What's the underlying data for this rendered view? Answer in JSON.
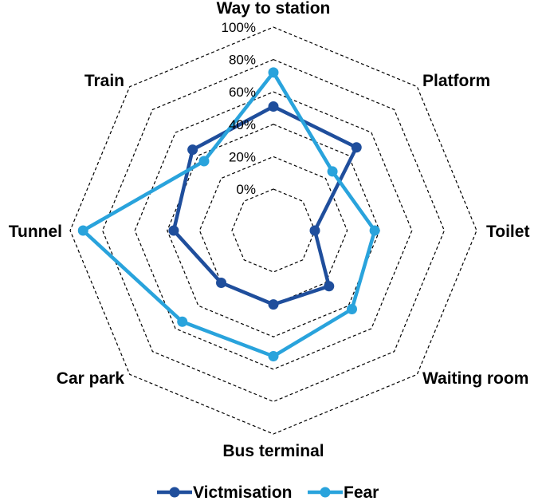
{
  "chart_data": {
    "type": "radar",
    "categories": [
      "Way to station",
      "Platform",
      "Toilet",
      "Waiting room",
      "Bus terminal",
      "Car park",
      "Tunnel",
      "Train"
    ],
    "tick_labels": [
      "0%",
      "20%",
      "40%",
      "60%",
      "80%",
      "100%"
    ],
    "rlim": [
      0,
      100
    ],
    "grid": true,
    "legend_position": "bottom",
    "series": [
      {
        "name": "Victmisation",
        "color": "#1f4e9c",
        "values": [
          51,
          47,
          0,
          23,
          20,
          20,
          36,
          45
        ]
      },
      {
        "name": "Fear",
        "color": "#29a3dc",
        "values": [
          72,
          26,
          37,
          43,
          52,
          54,
          92,
          35
        ]
      }
    ]
  }
}
